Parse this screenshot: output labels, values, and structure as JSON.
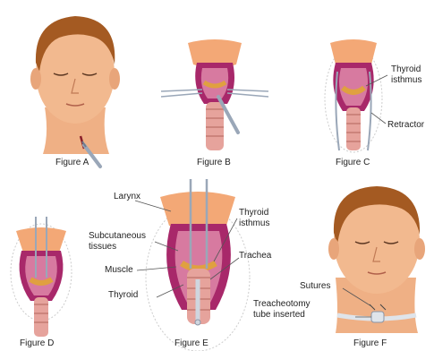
{
  "captions": {
    "a": "Figure A",
    "b": "Figure B",
    "c": "Figure C",
    "d": "Figure D",
    "e": "Figure E",
    "f": "Figure F"
  },
  "labels": {
    "c_thyroid_1": "Thyroid",
    "c_thyroid_2": "isthmus",
    "c_retractor": "Retractor",
    "e_larynx": "Larynx",
    "e_subcut_1": "Subcutaneous",
    "e_subcut_2": "tissues",
    "e_muscle": "Muscle",
    "e_thyroid": "Thyroid",
    "e_thyroid_isthmus_1": "Thyroid",
    "e_thyroid_isthmus_2": "isthmus",
    "e_trachea": "Trachea",
    "f_sutures": "Sutures",
    "f_tube_1": "Treacheotomy",
    "f_tube_2": "tube inserted"
  },
  "colors": {
    "skin": "#f2b98f",
    "hair": "#a45a22",
    "larynx": "#f3a876",
    "tissue_magenta": "#a8286a",
    "tissue_pink": "#d77aa0",
    "trachea_ring": "#e6a39c",
    "thyroid_orange": "#e0a040",
    "instrument": "#9aa7b8"
  }
}
